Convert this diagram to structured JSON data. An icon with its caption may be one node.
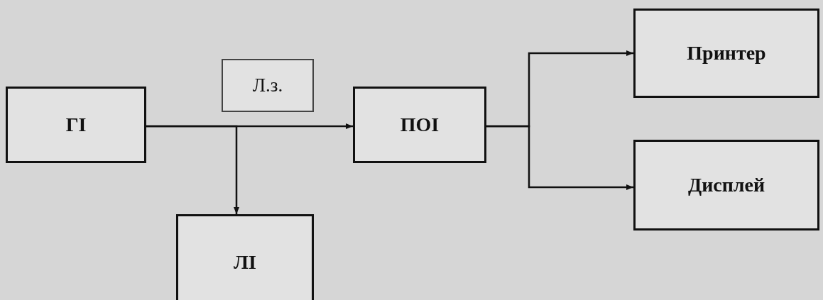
{
  "diagram": {
    "nodes": [
      {
        "text": [
          "ГІ"
        ]
      },
      {
        "text": [
          "Л.з."
        ]
      },
      {
        "text": [
          "ПОІ"
        ]
      },
      {
        "text": [
          "Принтер"
        ]
      },
      {
        "text": [
          "Дисплей"
        ]
      },
      {
        "text": [
          "ЛІ"
        ]
      }
    ],
    "edges": [
      {
        "from": 0,
        "to": 2,
        "arrow": "to"
      },
      {
        "from": 0,
        "to": 5,
        "arrow": "to"
      },
      {
        "from": 2,
        "to": 3,
        "arrow": "to"
      },
      {
        "from": 2,
        "to": 4,
        "arrow": "to"
      }
    ]
  }
}
